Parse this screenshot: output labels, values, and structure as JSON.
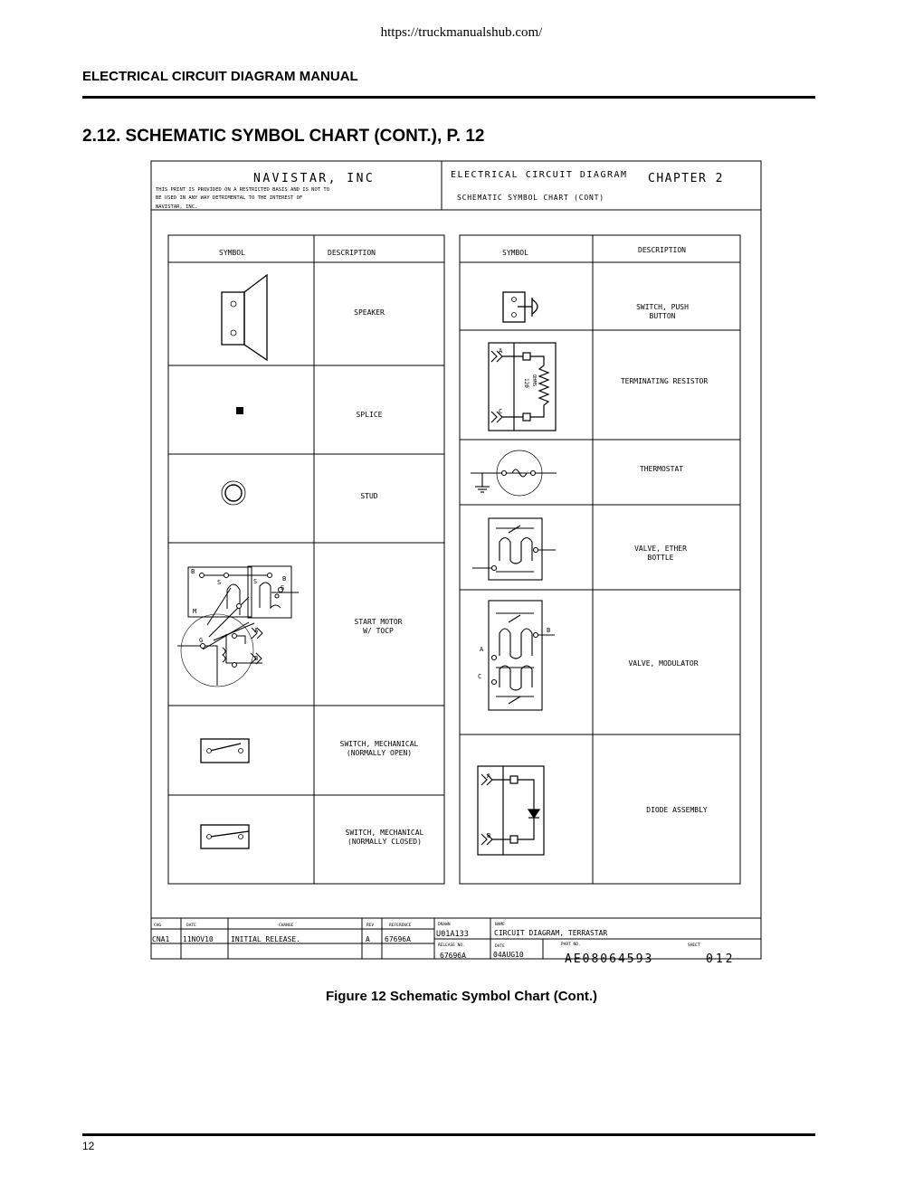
{
  "header": {
    "url": "https://truckmanualshub.com/",
    "manual_title": "ELECTRICAL CIRCUIT DIAGRAM MANUAL",
    "section_title": "2.12.  SCHEMATIC SYMBOL CHART (CONT.), P. 12"
  },
  "drawing": {
    "company": "NAVISTAR,  INC",
    "notice_line1": "THIS PRINT IS PROVIDED ON A RESTRICTED BASIS AND IS NOT TO",
    "notice_line2": "BE USED IN ANY WAY DETRIMENTAL TO THE INTEREST OF",
    "notice_line3": "NAVISTAR, INC.",
    "diagram_title": "ELECTRICAL CIRCUIT DIAGRAM",
    "chapter": "CHAPTER 2",
    "chart_title": "SCHEMATIC SYMBOL CHART (CONT)",
    "col_symbol": "SYMBOL",
    "col_description": "DESCRIPTION",
    "left_rows": [
      {
        "desc1": "SPEAKER",
        "desc2": ""
      },
      {
        "desc1": "SPLICE",
        "desc2": ""
      },
      {
        "desc1": "STUD",
        "desc2": ""
      },
      {
        "desc1": "START MOTOR",
        "desc2": "W/ TOCP"
      },
      {
        "desc1": "SWITCH, MECHANICAL",
        "desc2": "(NORMALLY OPEN)"
      },
      {
        "desc1": "SWITCH, MECHANICAL",
        "desc2": "(NORMALLY CLOSED)"
      }
    ],
    "right_rows": [
      {
        "desc1": "SWITCH, PUSH",
        "desc2": "BUTTON"
      },
      {
        "desc1": "TERMINATING RESISTOR",
        "desc2": ""
      },
      {
        "desc1": "THERMOSTAT",
        "desc2": ""
      },
      {
        "desc1": "VALVE, ETHER",
        "desc2": "BOTTLE"
      },
      {
        "desc1": "VALVE, MODULATOR",
        "desc2": ""
      },
      {
        "desc1": "DIODE ASSEMBLY",
        "desc2": ""
      }
    ],
    "symbol_labels": {
      "resistor_a": "A",
      "resistor_c": "C",
      "resistor_value": "120",
      "resistor_unit": "OHMS",
      "motor_b1": "B",
      "motor_s1": "S",
      "motor_s2": "S",
      "motor_b2": "B",
      "motor_s3": "S",
      "motor_m": "M",
      "motor_g": "G",
      "motor_a": "A",
      "motor_b3": "B",
      "modulator_b": "B",
      "modulator_a": "A",
      "modulator_c": "C",
      "diode_a": "A",
      "diode_b": "B"
    },
    "revision": {
      "h_chg": "CHG",
      "h_date": "DATE",
      "h_change": "CHANGE",
      "h_rev": "REV",
      "h_reference": "REFERENCE",
      "chg": "CNA1",
      "date": "11NOV10",
      "change": "INITIAL RELEASE.",
      "rev": "A",
      "reference": "67696A"
    },
    "title_block": {
      "h_drawn": "DRAWN",
      "drawn": "U01A133",
      "h_name": "NAME",
      "name": "CIRCUIT DIAGRAM, TERRASTAR",
      "h_release": "RELEASE NO.",
      "release": "67696A",
      "h_date": "DATE",
      "date": "04AUG10",
      "h_part": "PART NO.",
      "part": "AE08064593",
      "h_sheet": "SHEET",
      "sheet": "012"
    }
  },
  "caption": "Figure 12   Schematic Symbol Chart (Cont.)",
  "page_number": "12"
}
